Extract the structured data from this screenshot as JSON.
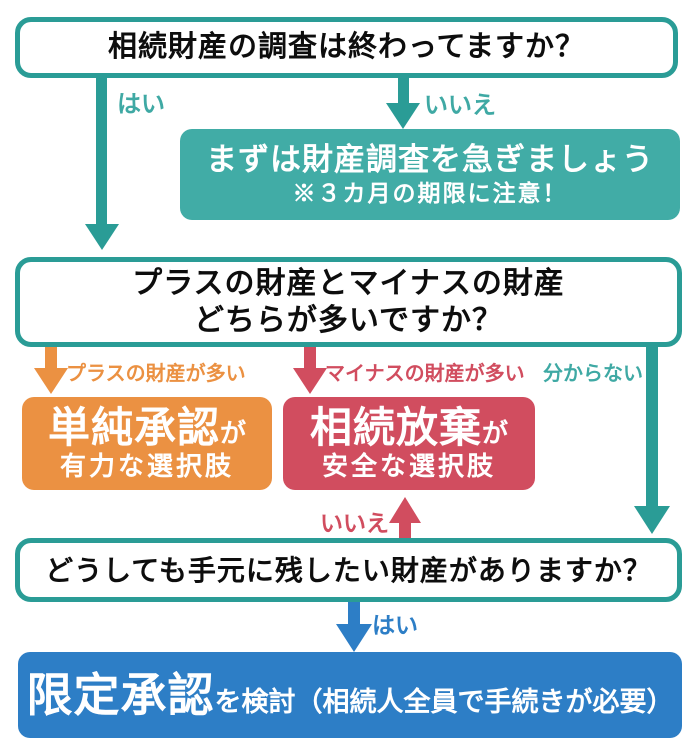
{
  "colors": {
    "teal": "#2a9c96",
    "teal_fill": "#41aca6",
    "teal_text": "#3fa9a4",
    "orange": "#eb9142",
    "red": "#d14d5f",
    "blue": "#2d7ec6",
    "ink": "#0d0d0d"
  },
  "nodes": {
    "q1": {
      "text": "相続財産の調査は終わってますか？"
    },
    "notice": {
      "line1": "まずは財産調査を急ぎましょう",
      "line2": "※３カ月の期限に注意！"
    },
    "q2": {
      "line1": "プラスの財産とマイナスの財産",
      "line2": "どちらが多いですか？"
    },
    "simple": {
      "title": "単純承認",
      "suffix": "が",
      "line2": "有力な選択肢"
    },
    "renounce": {
      "title": "相続放棄",
      "suffix": "が",
      "line2": "安全な選択肢"
    },
    "q3": {
      "text": "どうしても手元に残したい財産がありますか？"
    },
    "limited": {
      "title": "限定承認",
      "rest": "を検討（相続人全員で手続きが必要）"
    }
  },
  "labels": {
    "yes1": "はい",
    "no1": "いいえ",
    "plus_more": "プラスの財産が多い",
    "minus_more": "マイナスの財産が多い",
    "unknown": "分からない",
    "no2": "いいえ",
    "yes2": "はい"
  }
}
